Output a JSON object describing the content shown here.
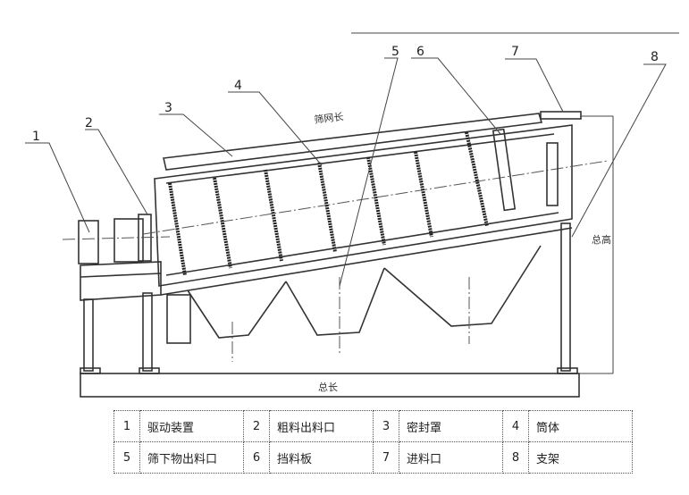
{
  "callouts": [
    "1",
    "2",
    "3",
    "4",
    "5",
    "6",
    "7",
    "8"
  ],
  "dimensions": {
    "screen_length": "筛网长",
    "total_length": "总长",
    "height": "总高"
  },
  "legend": [
    {
      "num": "1",
      "name": "驱动装置"
    },
    {
      "num": "2",
      "name": "粗料出料口"
    },
    {
      "num": "3",
      "name": "密封罩"
    },
    {
      "num": "4",
      "name": "筒体"
    },
    {
      "num": "5",
      "name": "筛下物出料口"
    },
    {
      "num": "6",
      "name": "挡料板"
    },
    {
      "num": "7",
      "name": "进料口"
    },
    {
      "num": "8",
      "name": "支架"
    }
  ]
}
